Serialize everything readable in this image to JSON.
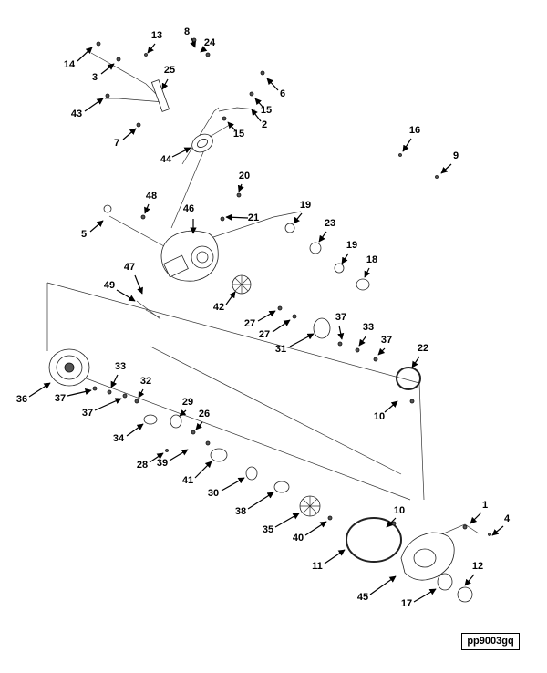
{
  "diagram_id": "pp9003gq",
  "callouts": [
    {
      "part": "1",
      "label": "1"
    },
    {
      "part": "2",
      "label": "2"
    },
    {
      "part": "3",
      "label": "3"
    },
    {
      "part": "4",
      "label": "4"
    },
    {
      "part": "5",
      "label": "5"
    },
    {
      "part": "6",
      "label": "6"
    },
    {
      "part": "7",
      "label": "7"
    },
    {
      "part": "8",
      "label": "8"
    },
    {
      "part": "9",
      "label": "9"
    },
    {
      "part": "10a",
      "label": "10"
    },
    {
      "part": "10b",
      "label": "10"
    },
    {
      "part": "11",
      "label": "11"
    },
    {
      "part": "12",
      "label": "12"
    },
    {
      "part": "13",
      "label": "13"
    },
    {
      "part": "14",
      "label": "14"
    },
    {
      "part": "15a",
      "label": "15"
    },
    {
      "part": "15b",
      "label": "15"
    },
    {
      "part": "16",
      "label": "16"
    },
    {
      "part": "17",
      "label": "17"
    },
    {
      "part": "18",
      "label": "18"
    },
    {
      "part": "19a",
      "label": "19"
    },
    {
      "part": "19b",
      "label": "19"
    },
    {
      "part": "20",
      "label": "20"
    },
    {
      "part": "21",
      "label": "21"
    },
    {
      "part": "22",
      "label": "22"
    },
    {
      "part": "23",
      "label": "23"
    },
    {
      "part": "24",
      "label": "24"
    },
    {
      "part": "25",
      "label": "25"
    },
    {
      "part": "26",
      "label": "26"
    },
    {
      "part": "27a",
      "label": "27"
    },
    {
      "part": "27b",
      "label": "27"
    },
    {
      "part": "28",
      "label": "28"
    },
    {
      "part": "29",
      "label": "29"
    },
    {
      "part": "30",
      "label": "30"
    },
    {
      "part": "31",
      "label": "31"
    },
    {
      "part": "32",
      "label": "32"
    },
    {
      "part": "33a",
      "label": "33"
    },
    {
      "part": "33b",
      "label": "33"
    },
    {
      "part": "34",
      "label": "34"
    },
    {
      "part": "35",
      "label": "35"
    },
    {
      "part": "36",
      "label": "36"
    },
    {
      "part": "37a",
      "label": "37"
    },
    {
      "part": "37b",
      "label": "37"
    },
    {
      "part": "37c",
      "label": "37"
    },
    {
      "part": "37d",
      "label": "37"
    },
    {
      "part": "38",
      "label": "38"
    },
    {
      "part": "39",
      "label": "39"
    },
    {
      "part": "40",
      "label": "40"
    },
    {
      "part": "41",
      "label": "41"
    },
    {
      "part": "42",
      "label": "42"
    },
    {
      "part": "43",
      "label": "43"
    },
    {
      "part": "44",
      "label": "44"
    },
    {
      "part": "45",
      "label": "45"
    },
    {
      "part": "46",
      "label": "46"
    },
    {
      "part": "47",
      "label": "47"
    },
    {
      "part": "48",
      "label": "48"
    },
    {
      "part": "49",
      "label": "49"
    }
  ]
}
